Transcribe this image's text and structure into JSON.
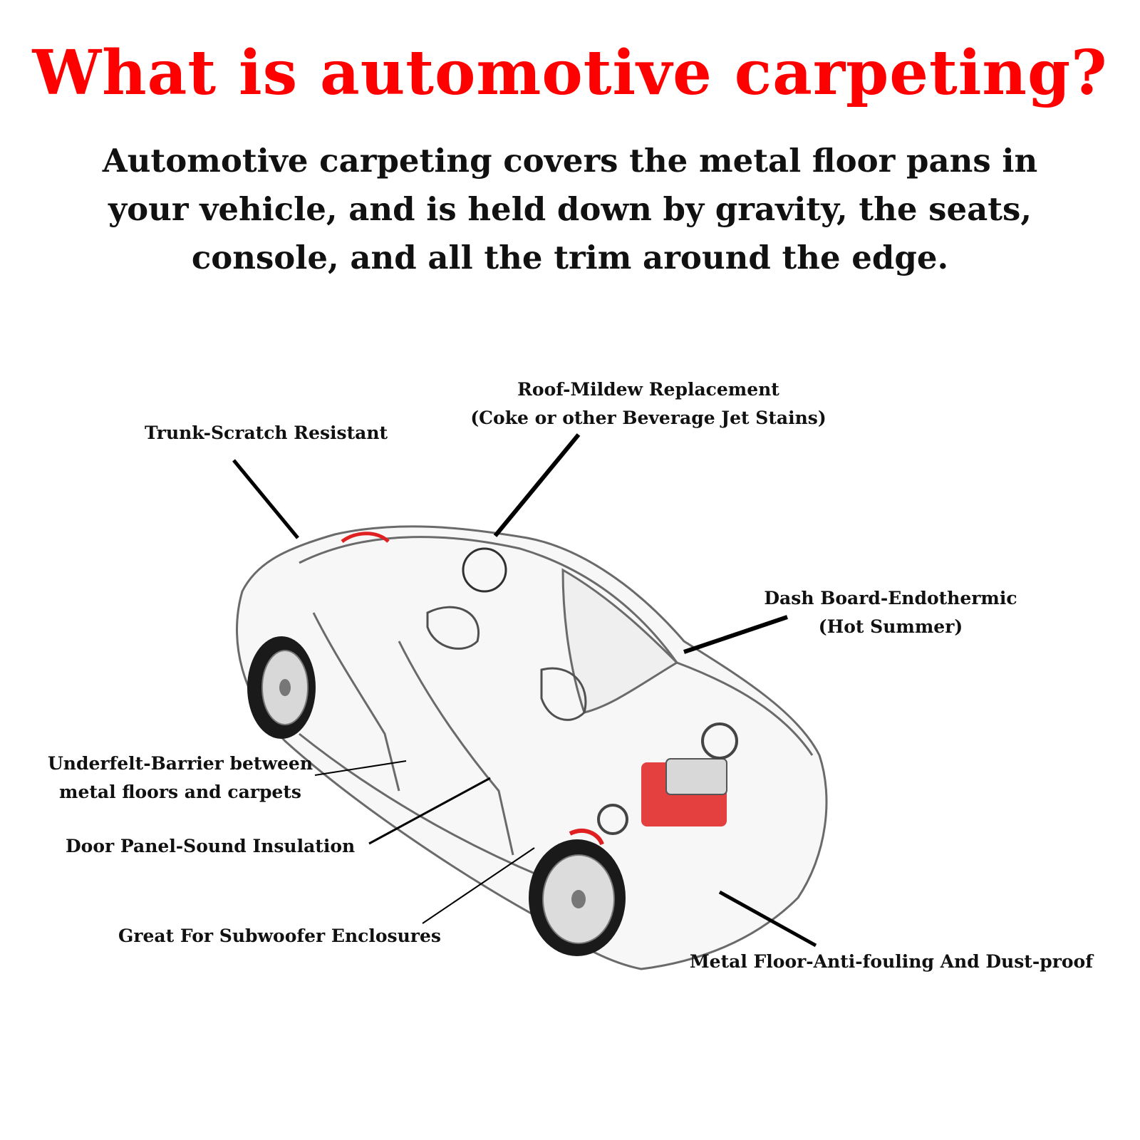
{
  "title": "What is automotive carpeting?",
  "colors": {
    "title": "#ff0000",
    "text": "#111111",
    "leader_line": "#000000",
    "accent_red": "#e02020"
  },
  "description": [
    "Automotive carpeting covers the metal floor pans in",
    "your vehicle, and is held down by gravity, the seats,",
    "console, and all the trim around the edge."
  ],
  "callouts": {
    "trunk": [
      "Trunk-Scratch Resistant"
    ],
    "roof": [
      "Roof-Mildew Replacement",
      "(Coke or other Beverage Jet Stains)"
    ],
    "dash": [
      "Dash Board-Endothermic",
      "(Hot Summer)"
    ],
    "underfelt": [
      "Underfelt-Barrier between",
      "metal floors and carpets"
    ],
    "door": [
      "Door Panel-Sound Insulation"
    ],
    "subwoofer": [
      "Great For Subwoofer Enclosures"
    ],
    "metal_floor": [
      "Metal Floor-Anti-fouling And Dust-proof"
    ]
  }
}
